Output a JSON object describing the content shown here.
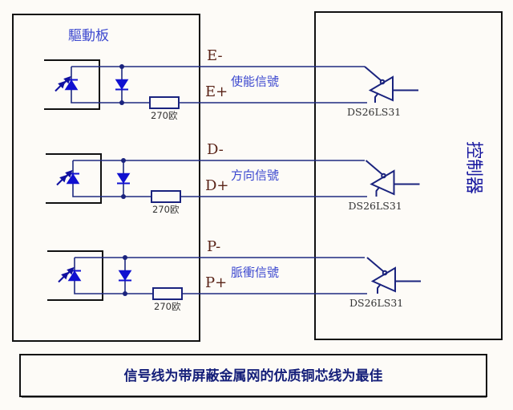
{
  "driver_board": {
    "label": "驅動板"
  },
  "controller": {
    "label": "控制器"
  },
  "channels": [
    {
      "id": "enable",
      "pin_minus": "E-",
      "pin_plus": "E+",
      "signal_label": "使能信號",
      "resistor_label": "270欧",
      "chip_label": "DS26LS31"
    },
    {
      "id": "direction",
      "pin_minus": "D-",
      "pin_plus": "D+",
      "signal_label": "方向信號",
      "resistor_label": "270欧",
      "chip_label": "DS26LS31"
    },
    {
      "id": "pulse",
      "pin_minus": "P-",
      "pin_plus": "P+",
      "signal_label": "脈衝信號",
      "resistor_label": "270欧",
      "chip_label": "DS26LS31"
    }
  ],
  "note": {
    "text": "信号线为带屏蔽金属网的优质铜芯线为最佳"
  },
  "colors": {
    "wire": "#1a237e",
    "label_blue": "#3c48cf",
    "pin_label": "#5a2418",
    "diode": "#1010d0",
    "background": "#fdfbf7"
  }
}
